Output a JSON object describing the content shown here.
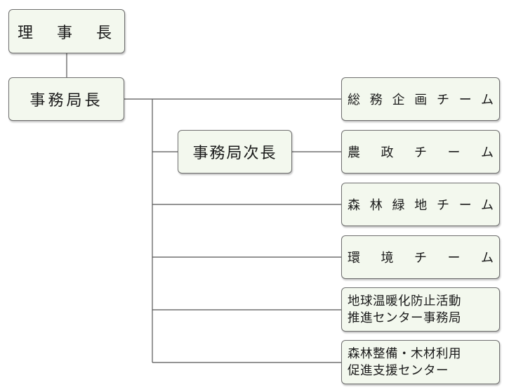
{
  "org": {
    "chairman": "理　事　長",
    "director": "事務局長",
    "deputy": "事務局次長",
    "teams": [
      {
        "lines": [
          "総務企画チーム"
        ]
      },
      {
        "lines": [
          "農　政　チ　ー　ム"
        ]
      },
      {
        "lines": [
          "森林緑地チーム"
        ]
      },
      {
        "lines": [
          "環　境　チ　ー　ム"
        ]
      },
      {
        "lines": [
          "地球温暖化防止活動",
          "推進センター事務局"
        ]
      },
      {
        "lines": [
          "森林整備・木材利用",
          "促進支援センター"
        ]
      }
    ]
  },
  "colors": {
    "box_fill": "#f3f8ee",
    "border": "#6f6f6f",
    "line": "#555555"
  }
}
